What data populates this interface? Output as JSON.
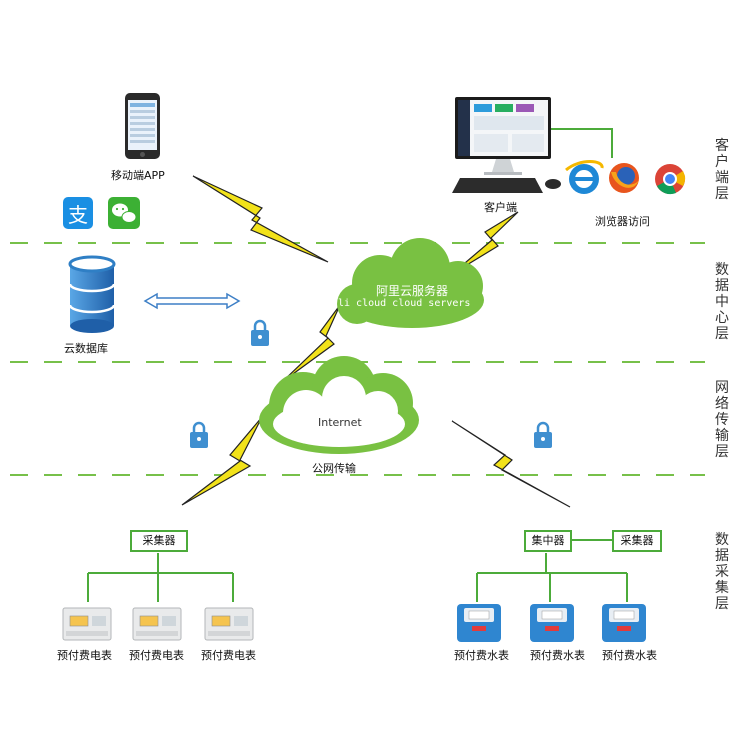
{
  "client_layer": {
    "mobile_label": "移动端APP",
    "pc_label": "客户端",
    "browser_label": "浏览器访问"
  },
  "data_center_layer": {
    "cloud_db_label": "云数据库",
    "aliyun_title": "阿里云服务器",
    "aliyun_subtitle": "li cloud  cloud servers"
  },
  "network_layer": {
    "internet_label": "Internet",
    "public_net_label": "公网传输"
  },
  "collection_layer": {
    "collector_left": "采集器",
    "concentrator": "集中器",
    "collector_right": "采集器",
    "meters_electric": [
      "预付费电表",
      "预付费电表",
      "预付费电表"
    ],
    "meters_water": [
      "预付费水表",
      "预付费水表",
      "预付费水表"
    ]
  },
  "layer_labels": [
    "客户端层",
    "数据中心层",
    "网络传输层",
    "数据采集层"
  ],
  "colors": {
    "green": "#4cab3a",
    "cloud": "#79c142",
    "lightning": "#f2e21a",
    "dash": "#77c04a",
    "db_blue": "#2f7fc5",
    "lock": "#3f8fd0"
  }
}
